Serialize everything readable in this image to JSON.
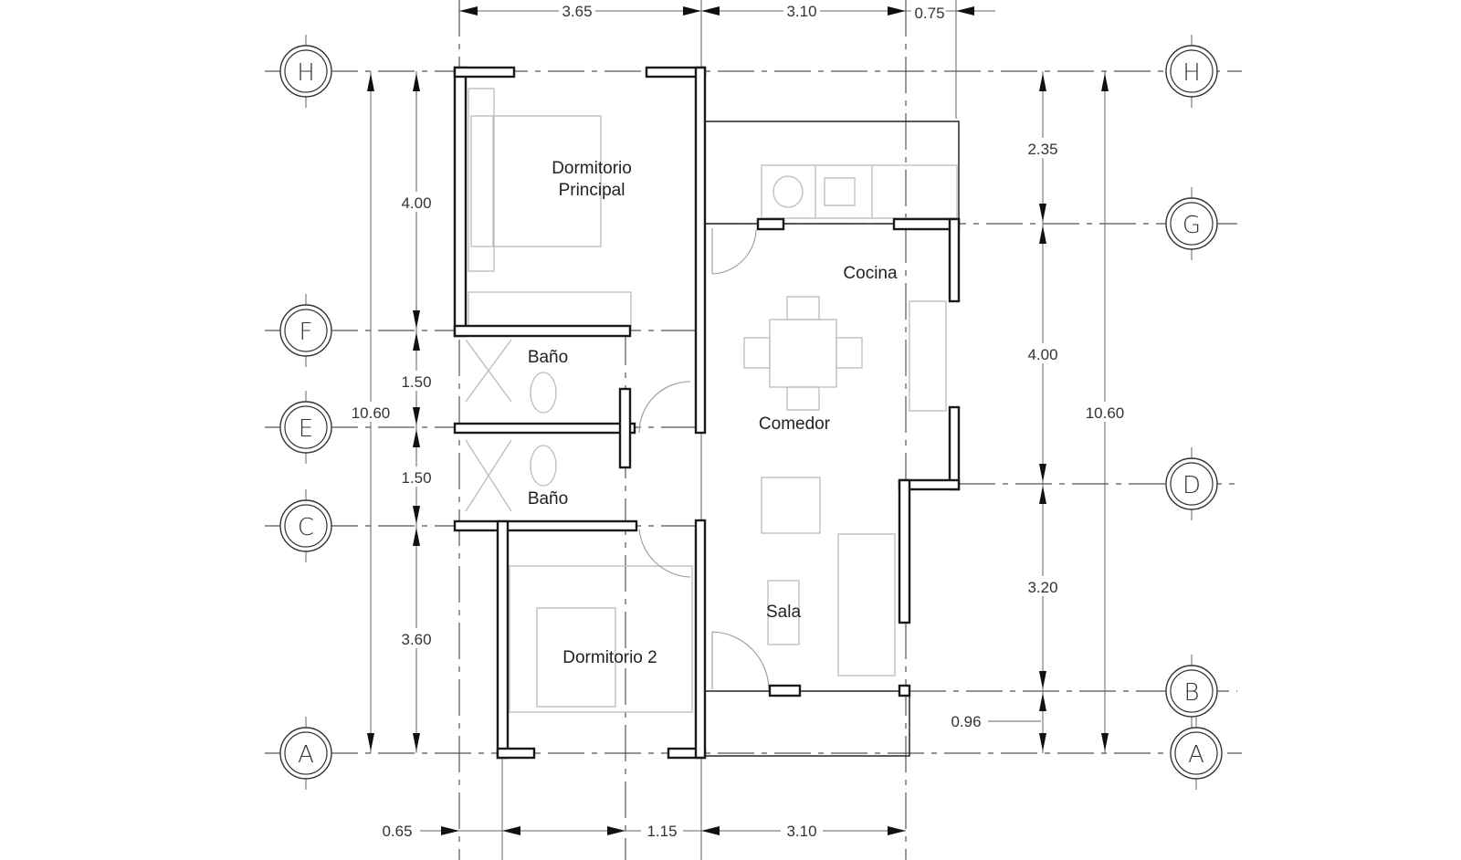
{
  "rooms": {
    "master_bedroom": [
      "Dormitorio",
      "Principal"
    ],
    "kitchen": "Cocina",
    "bath_1": "Baño",
    "dining": "Comedor",
    "bath_2": "Baño",
    "living": "Sala",
    "bedroom_2": "Dormitorio 2"
  },
  "grid_axes": {
    "left": [
      "H",
      "F",
      "E",
      "C",
      "A"
    ],
    "right": [
      "H",
      "G",
      "D",
      "B",
      "A"
    ]
  },
  "dimensions": {
    "top": [
      "3.65",
      "3.10",
      "0.75"
    ],
    "bottom": [
      "0.65",
      "1.15",
      "3.10"
    ],
    "left": [
      "4.00",
      "1.50",
      "1.50",
      "3.60"
    ],
    "left_total": "10.60",
    "right": [
      "2.35",
      "4.00",
      "3.20",
      "0.96"
    ],
    "right_total": "10.60"
  }
}
